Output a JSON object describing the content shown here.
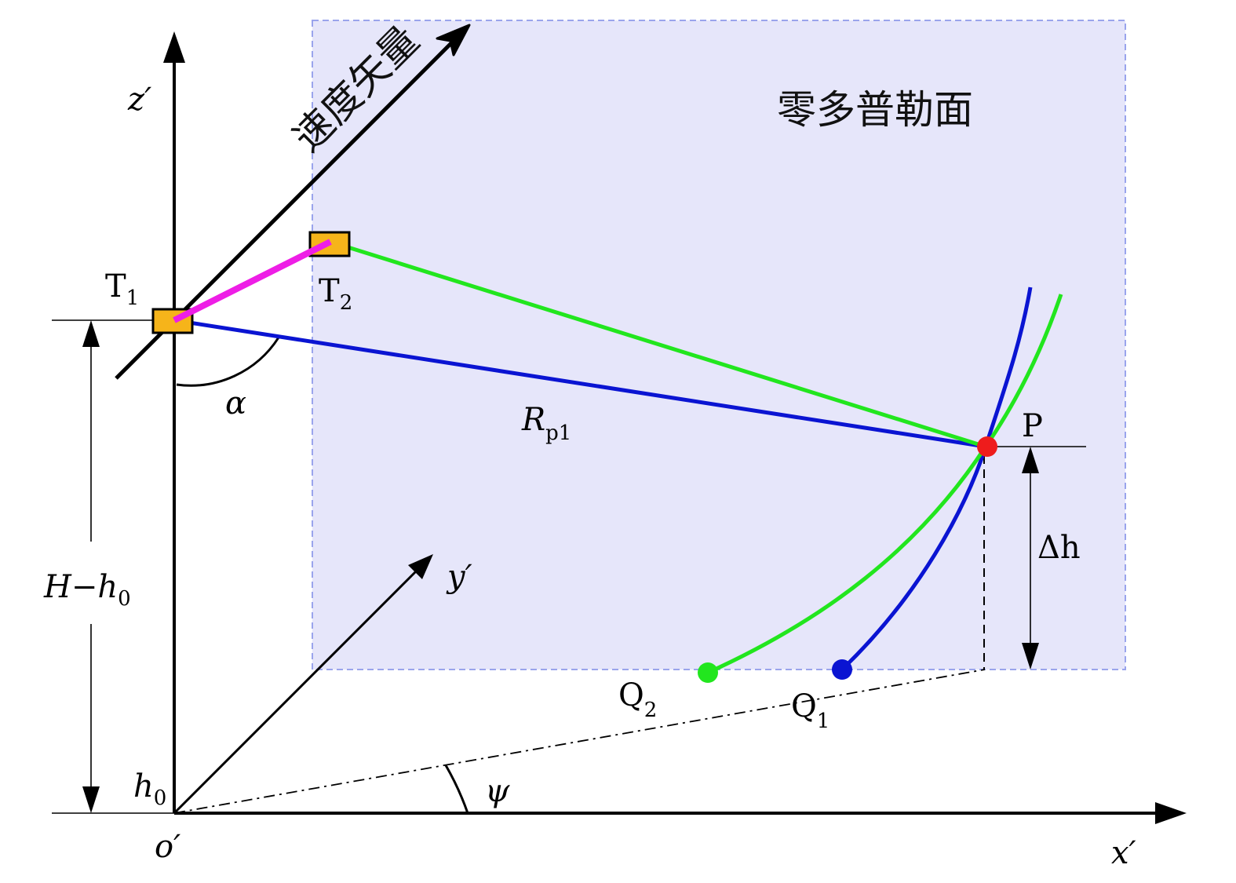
{
  "colors": {
    "plane_fill": "#e6e6fa",
    "plane_border": "#9aa4ec",
    "axis": "#000000",
    "blue_line": "#0a14d2",
    "green_line": "#22e61e",
    "magenta_line": "#ee1ee6",
    "sensor_fill": "#f6b41a",
    "point_p": "#ee1c1c",
    "point_q1": "#0a14d2",
    "point_q2": "#22e61e"
  },
  "labels": {
    "velocity_vector": "速度矢量",
    "zero_doppler_plane": "零多普勒面",
    "z_axis": "z′",
    "y_axis": "y′",
    "x_axis": "x′",
    "origin": "o′",
    "t1": {
      "main": "T",
      "sub": "1"
    },
    "t2": {
      "main": "T",
      "sub": "2"
    },
    "p": "P",
    "q1": {
      "main": "Q",
      "sub": "1"
    },
    "q2": {
      "main": "Q",
      "sub": "2"
    },
    "alpha": "α",
    "psi": "ψ",
    "range": {
      "main": "R",
      "sub": "p1"
    },
    "height_diff": {
      "main": "H−h",
      "sub": "0"
    },
    "h0": {
      "main": "h",
      "sub": "0"
    },
    "delta_h": "Δh"
  }
}
